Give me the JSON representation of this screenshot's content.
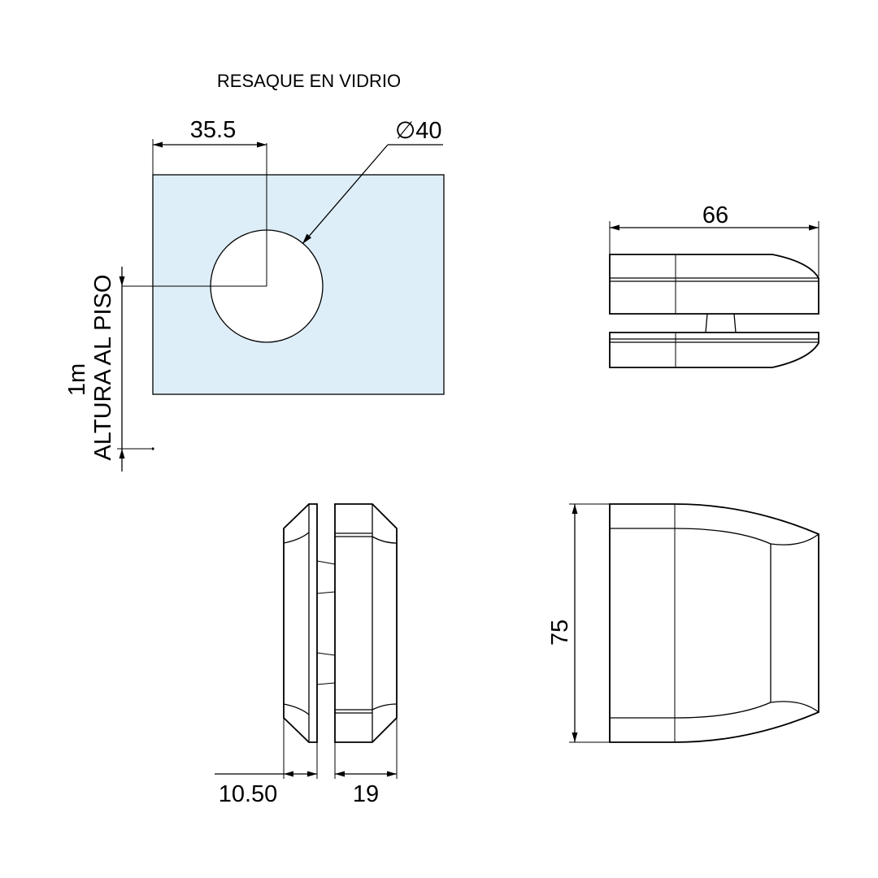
{
  "drawing": {
    "title": "RESAQUE EN VIDRIO",
    "glass_color": "#ddeef8",
    "dimensions": {
      "hole_offset": "35.5",
      "hole_diameter": "40",
      "diameter_symbol": "∅",
      "height_label_line1": "1m",
      "height_label_line2": "ALTURA AL PISO",
      "top_view_width": "66",
      "side_height": "75",
      "left_pad_thickness": "10.50",
      "right_pad_thickness": "19"
    }
  }
}
